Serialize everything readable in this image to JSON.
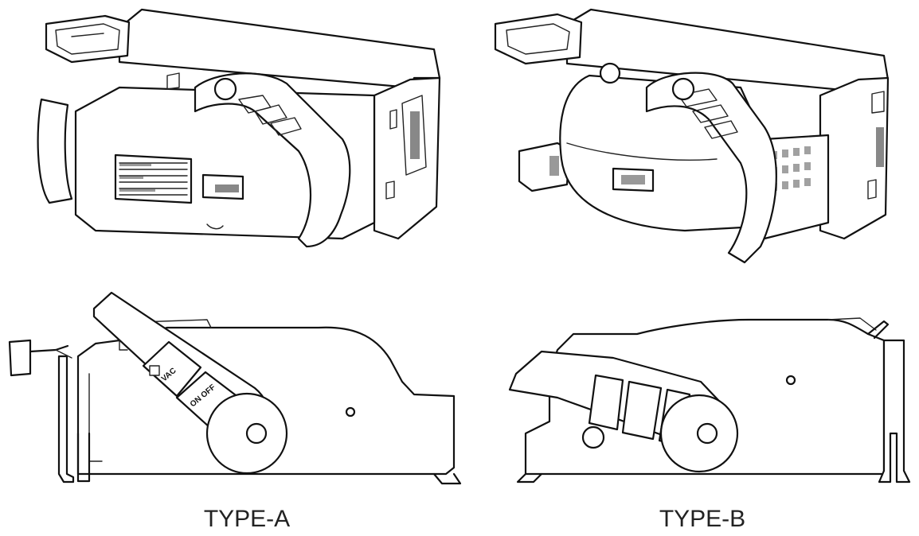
{
  "figure": {
    "type_a": {
      "label": "TYPE-A",
      "handle_labels": [
        "VAC",
        "ON OFF"
      ]
    },
    "type_b": {
      "label": "TYPE-B"
    }
  }
}
